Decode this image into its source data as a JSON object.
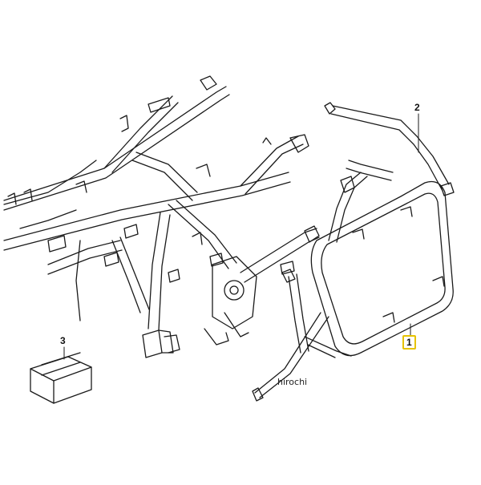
{
  "callouts": {
    "item_1": "1",
    "item_2": "2",
    "item_3": "3"
  },
  "watermark": "hirochi",
  "colors": {
    "line": "#1a1a1a",
    "highlight_border": "#e6c200",
    "background": "#ffffff"
  }
}
